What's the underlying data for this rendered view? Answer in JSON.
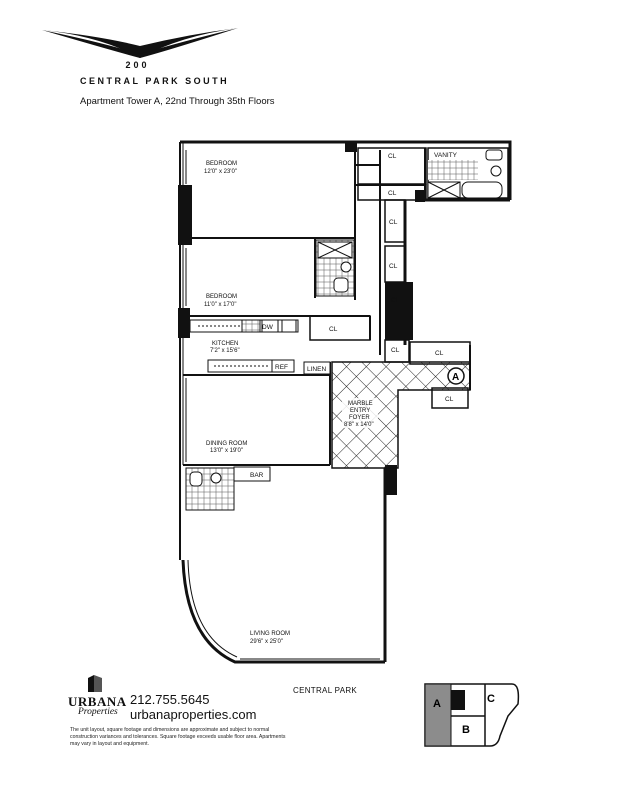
{
  "header": {
    "building_number": "200",
    "building_name": "CENTRAL PARK SOUTH",
    "subtitle": "Apartment Tower A, 22nd Through 35th Floors"
  },
  "rooms": {
    "bedroom1": {
      "name": "BEDROOM",
      "dims": "12'0\" x 23'0\""
    },
    "bedroom2": {
      "name": "BEDROOM",
      "dims": "11'0\" x 17'0\""
    },
    "kitchen": {
      "name": "KITCHEN",
      "dims": "7'2\" x 15'6\""
    },
    "dining": {
      "name": "DINING ROOM",
      "dims": "13'0\" x 19'0\""
    },
    "living": {
      "name": "LIVING ROOM",
      "dims": "29'6\" x 25'0\""
    },
    "foyer": {
      "name1": "MARBLE",
      "name2": "ENTRY",
      "name3": "FOYER",
      "dims": "8'8\" x 14'0\""
    }
  },
  "fixtures": {
    "closet": "CL",
    "vanity": "VANITY",
    "dishwasher": "DW",
    "refrigerator": "REF",
    "linen": "LINEN",
    "bar": "BAR",
    "unit_marker": "A"
  },
  "orientation": {
    "street": "CENTRAL PARK"
  },
  "broker": {
    "name": "URBANA",
    "tagline": "Properties",
    "phone": "212.755.5645",
    "website": "urbanaproperties.com",
    "disclaimer": "The unit layout, square footage and dimensions are approximate and subject to normal construction variances and tolerances. Square footage exceeds usable floor area. Apartments may vary in layout and equipment."
  },
  "keyplan": {
    "units": [
      "A",
      "B",
      "C"
    ],
    "highlighted": "A",
    "highlight_color": "#8c8c8c"
  }
}
